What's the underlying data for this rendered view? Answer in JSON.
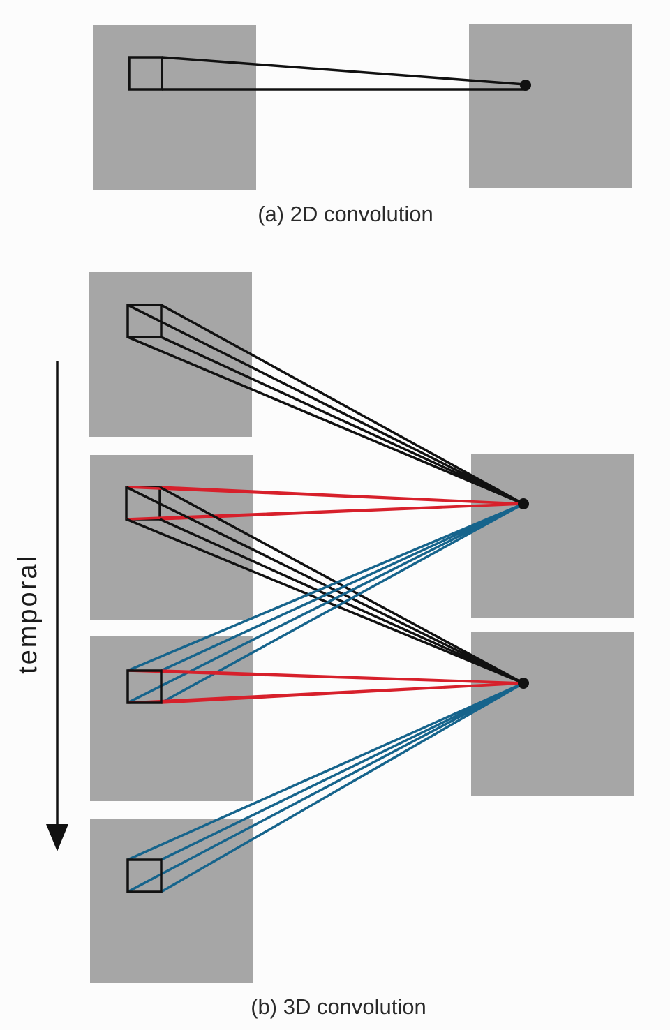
{
  "captions": {
    "panel_a": "(a) 2D convolution",
    "panel_b": "(b) 3D convolution"
  },
  "axis": {
    "label": "temporal"
  },
  "colors": {
    "background": "#fcfcfc",
    "frame": "#a6a6a6",
    "black_lines": "#111111",
    "red_lines": "#d7202b",
    "blue_lines": "#16648c"
  }
}
